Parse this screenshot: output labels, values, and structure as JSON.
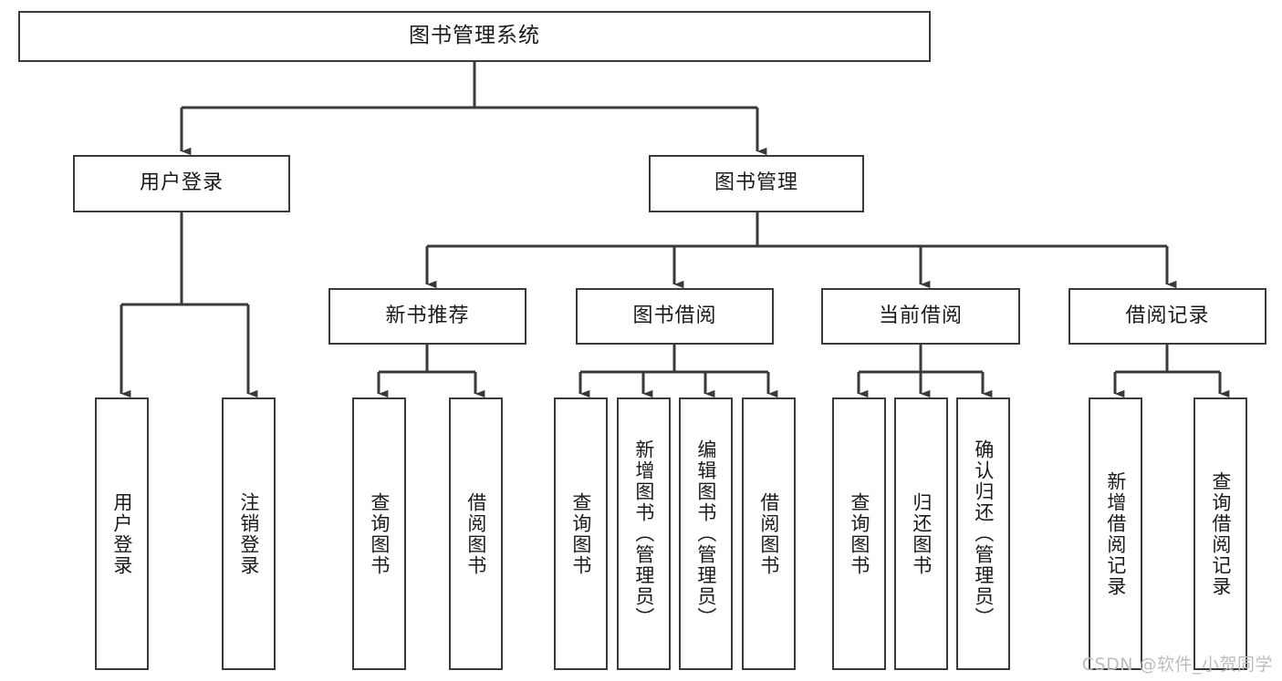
{
  "diagram": {
    "title": "图书管理系统",
    "type": "tree",
    "style": {
      "box_border_color": "#3a3a3a",
      "box_fill_color": "#ffffff",
      "line_color": "#3a3a3a",
      "text_color": "#1a1a1a",
      "background_color": "#ffffff",
      "watermark_color": "#bdbdbd"
    },
    "root": {
      "label": "图书管理系统"
    },
    "level1": [
      {
        "label": "用户登录"
      },
      {
        "label": "图书管理"
      }
    ],
    "level2": [
      {
        "label": "新书推荐"
      },
      {
        "label": "图书借阅"
      },
      {
        "label": "当前借阅"
      },
      {
        "label": "借阅记录"
      }
    ],
    "leaves": {
      "user_login": [
        {
          "label": "用户登录"
        },
        {
          "label": "注销登录"
        }
      ],
      "new_book_recommend": [
        {
          "label": "查询图书"
        },
        {
          "label": "借阅图书"
        }
      ],
      "book_borrow": [
        {
          "label": "查询图书"
        },
        {
          "label": "新增图书（管理员）"
        },
        {
          "label": "编辑图书（管理员）"
        },
        {
          "label": "借阅图书"
        }
      ],
      "current_borrow": [
        {
          "label": "查询图书"
        },
        {
          "label": "归还图书"
        },
        {
          "label": "确认归还（管理员）"
        }
      ],
      "borrow_record": [
        {
          "label": "新增借阅记录"
        },
        {
          "label": "查询借阅记录"
        }
      ]
    }
  },
  "watermark": {
    "text": "CSDN @软件_小贺同学"
  }
}
